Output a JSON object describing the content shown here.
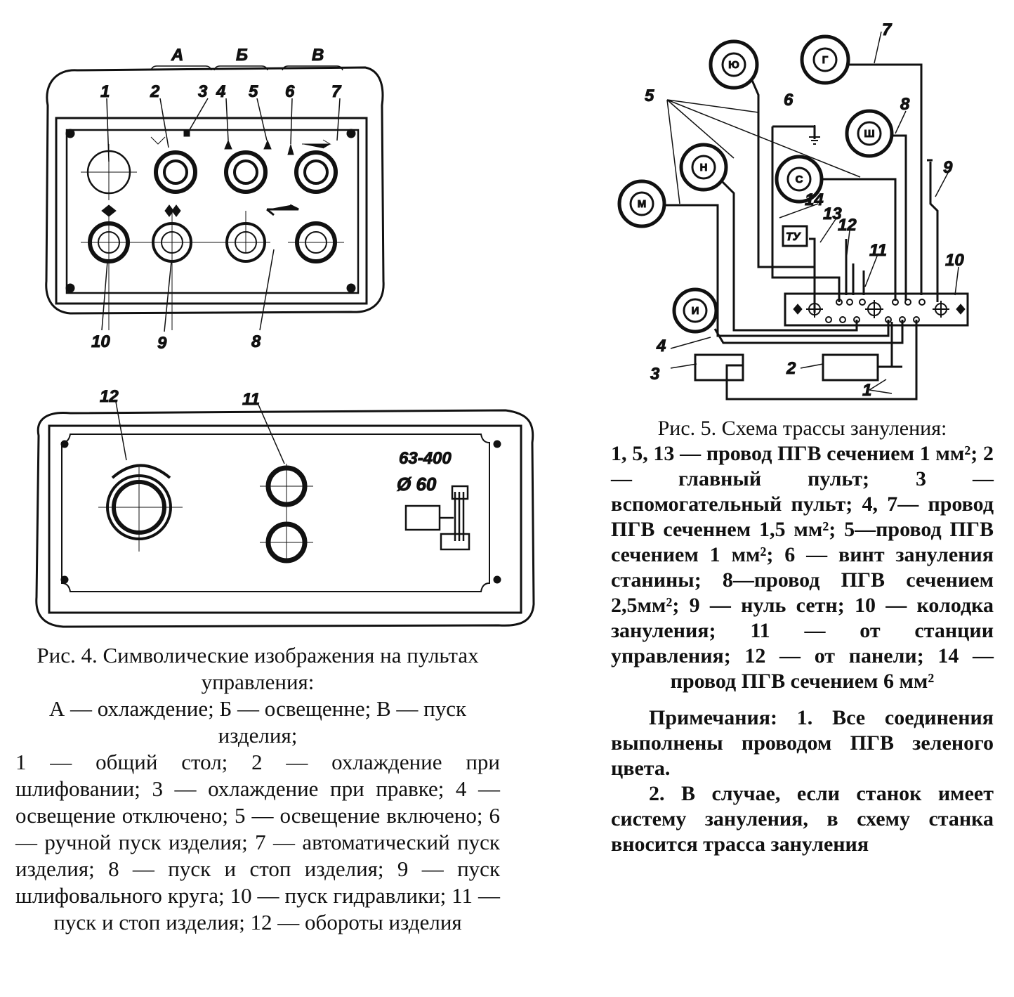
{
  "fig4": {
    "group_labels": [
      "А",
      "Б",
      "В"
    ],
    "top_numbers": [
      "1",
      "2",
      "3",
      "4",
      "5",
      "6",
      "7"
    ],
    "bottom_numbers": [
      "10",
      "9",
      "8"
    ],
    "lower_numbers": [
      "12",
      "11"
    ],
    "motor_spec": "63-400",
    "diameter": "Ø 60",
    "caption_title": "Рис. 4. Символические изображения на пультах управления:",
    "legend": [
      "А — охлаждение;  Б — освещенне;  В — пуск изделия;",
      "1 — общий стол; 2 — охлаждение при шлифовании; 3 — охлаждение при правке; 4 — освещение отключено; 5 — освещение включено; 6 — ручной пуск изделия; 7 — автоматический пуск изделия; 8 — пуск и стоп изделия; 9 — пуск шлифовального круга; 10 — пуск гидравлики; 11 — пуск и стоп изделия; 12 — обороты изделия"
    ]
  },
  "fig5": {
    "circle_letters": [
      "Ю",
      "Г",
      "Ш",
      "Н",
      "С",
      "М",
      "И"
    ],
    "box_label": "ТУ",
    "numbers": [
      "1",
      "2",
      "3",
      "4",
      "5",
      "6",
      "7",
      "8",
      "9",
      "10",
      "11",
      "12",
      "13",
      "14"
    ],
    "caption_title": "Рис. 5. Схема трассы зануления:",
    "legend": "1, 5, 13 — провод ПГВ сечением 1 мм²; 2 — главный пульт; 3 — вспомогательный пульт; 4, 7— провод ПГВ сеченнем 1,5 мм²; 5—провод ПГВ сечением 1 мм²; 6 — винт зануления станины; 8—провод ПГВ сечением 2,5мм²; 9 — нуль сетн; 10 — колодка зануления; 11 — от станции управления; 12 — от панели; 14 — провод ПГВ сечением 6 мм²",
    "notes": [
      "Примечания: 1. Все соединения выполнены проводом ПГВ зеленого цвета.",
      "2. В случае, если станок имеет систему зануления, в схему станка вносится трасса зануления"
    ]
  }
}
